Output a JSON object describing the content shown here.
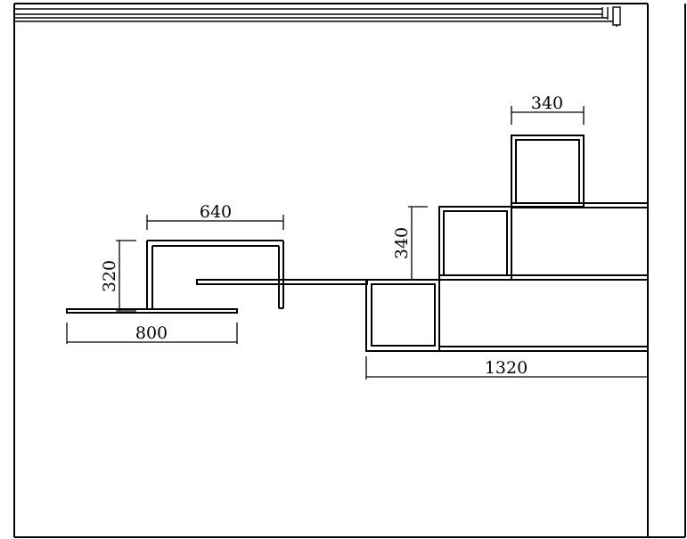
{
  "dimensions": {
    "shelf_800": "800",
    "frame_640": "640",
    "frame_height_320": "320",
    "cube_340": "340",
    "cube_height_340": "340",
    "unit_1320": "1320"
  }
}
